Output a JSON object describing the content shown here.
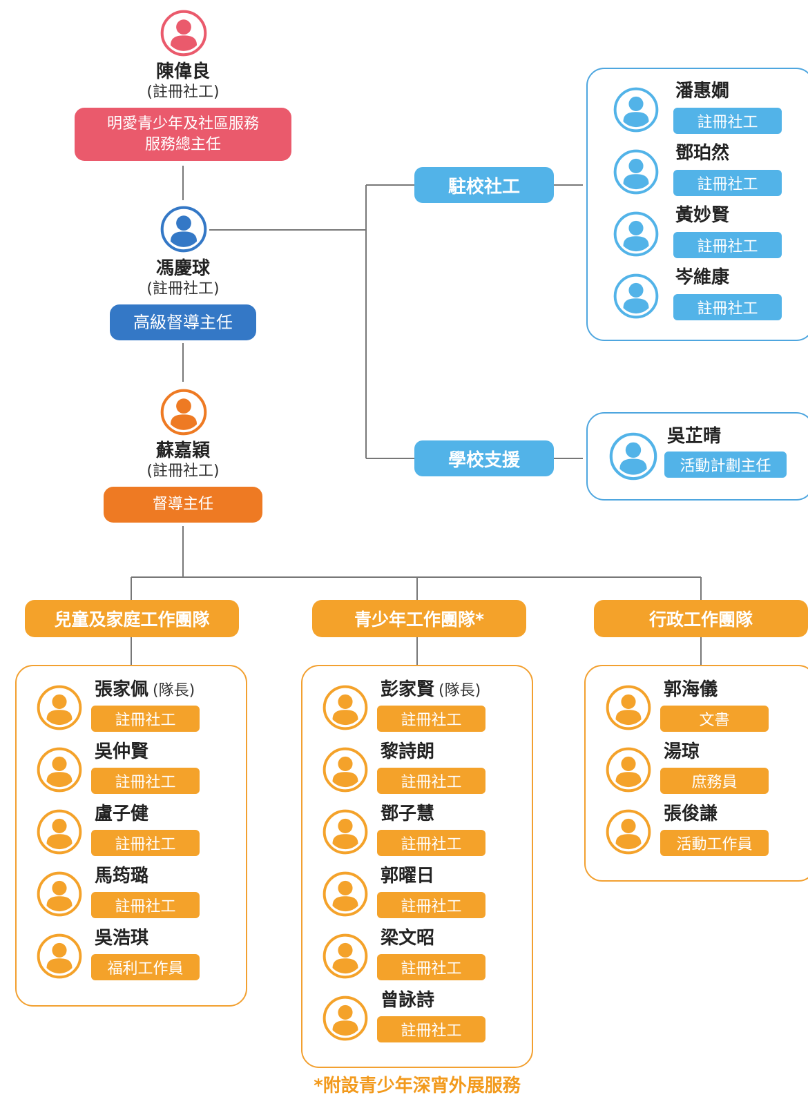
{
  "colors": {
    "red": "#ea5a6c",
    "dark_blue": "#3478c6",
    "light_blue": "#52b3e8",
    "orange_dark": "#ee7a23",
    "orange": "#f4a22a",
    "line": "#777777"
  },
  "icon": "person-icon",
  "director": {
    "name": "陳偉良",
    "qualification": "(註冊社工)",
    "role_line1": "明愛青少年及社區服務",
    "role_line2": "服務總主任"
  },
  "senior_supervisor": {
    "name": "馮慶球",
    "qualification": "(註冊社工)",
    "role": "高級督導主任"
  },
  "supervisor": {
    "name": "蘇嘉穎",
    "qualification": "(註冊社工)",
    "role": "督導主任"
  },
  "school_social_work": {
    "label": "駐校社工",
    "members": [
      {
        "name": "潘惠嫺",
        "role": "註冊社工"
      },
      {
        "name": "鄧珀然",
        "role": "註冊社工"
      },
      {
        "name": "黃妙賢",
        "role": "註冊社工"
      },
      {
        "name": "岑維康",
        "role": "註冊社工"
      }
    ]
  },
  "school_support": {
    "label": "學校支援",
    "members": [
      {
        "name": "吳芷晴",
        "role": "活動計劃主任"
      }
    ]
  },
  "teams": [
    {
      "label": "兒童及家庭工作團隊",
      "members": [
        {
          "name": "張家佩",
          "suffix": "(隊長)",
          "role": "註冊社工"
        },
        {
          "name": "吳仲賢",
          "suffix": "",
          "role": "註冊社工"
        },
        {
          "name": "盧子健",
          "suffix": "",
          "role": "註冊社工"
        },
        {
          "name": "馬筠璐",
          "suffix": "",
          "role": "註冊社工"
        },
        {
          "name": "吳浩琪",
          "suffix": "",
          "role": "福利工作員"
        }
      ]
    },
    {
      "label": "青少年工作團隊*",
      "members": [
        {
          "name": "彭家賢",
          "suffix": "(隊長)",
          "role": "註冊社工"
        },
        {
          "name": "黎詩朗",
          "suffix": "",
          "role": "註冊社工"
        },
        {
          "name": "鄧子慧",
          "suffix": "",
          "role": "註冊社工"
        },
        {
          "name": "郭曜日",
          "suffix": "",
          "role": "註冊社工"
        },
        {
          "name": "梁文昭",
          "suffix": "",
          "role": "註冊社工"
        },
        {
          "name": "曾詠詩",
          "suffix": "",
          "role": "註冊社工"
        }
      ]
    },
    {
      "label": "行政工作團隊",
      "members": [
        {
          "name": "郭海儀",
          "suffix": "",
          "role": "文書"
        },
        {
          "name": "湯琼",
          "suffix": "",
          "role": "庶務員"
        },
        {
          "name": "張俊謙",
          "suffix": "",
          "role": "活動工作員"
        }
      ]
    }
  ],
  "footnote": "*附設青少年深宵外展服務"
}
